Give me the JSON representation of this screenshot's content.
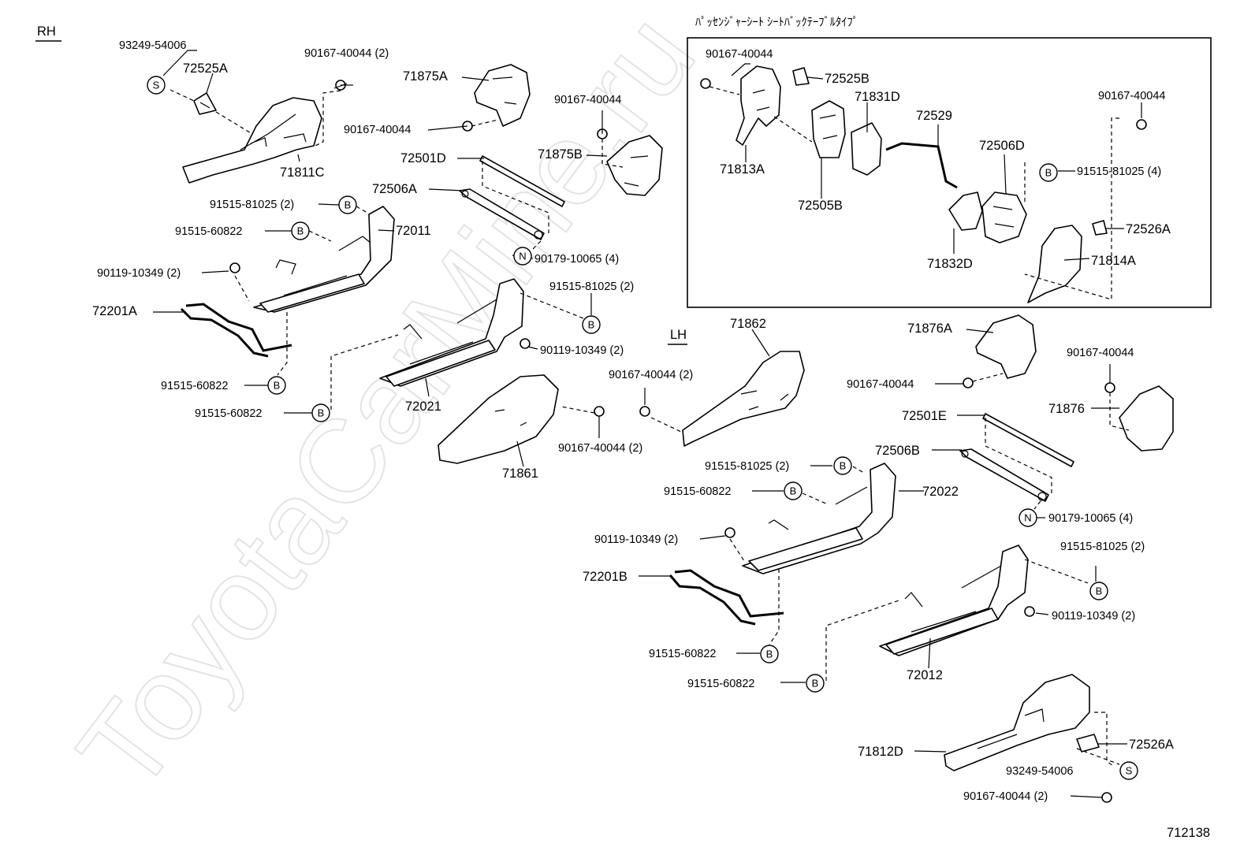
{
  "watermark": "ToyotaCarMine.ru",
  "section_rh": "RH",
  "section_lh": "LH",
  "inset_title": "ﾊﾟｯｾﾝｼﾞｬｰｼｰﾄ ｼｰﾄﾊﾞｯｸﾃｰﾌﾞﾙﾀｲﾌﾟ",
  "figure_number": "712138",
  "symbols": {
    "S": "S",
    "B": "B",
    "N": "N"
  },
  "labels": {
    "rh_93249_54006": "93249-54006",
    "rh_72525A": "72525A",
    "rh_90167_40044_2_top": "90167-40044 (2)",
    "rh_71811C": "71811C",
    "rh_71875A": "71875A",
    "rh_90167_40044_a": "90167-40044",
    "rh_90167_40044_b": "90167-40044",
    "rh_71875B": "71875B",
    "rh_72501D": "72501D",
    "rh_72506A": "72506A",
    "rh_91515_81025_2": "91515-81025 (2)",
    "rh_72011": "72011",
    "rh_91515_60822_a": "91515-60822",
    "rh_90119_10349_2_a": "90119-10349 (2)",
    "rh_90179_10065_4": "90179-10065 (4)",
    "rh_72201A": "72201A",
    "rh_91515_81025_2_b": "91515-81025 (2)",
    "rh_90119_10349_2_b": "90119-10349 (2)",
    "rh_91515_60822_b": "91515-60822",
    "rh_91515_60822_c": "91515-60822",
    "rh_72021": "72021",
    "rh_71861": "71861",
    "rh_90167_40044_2_mid": "90167-40044 (2)",
    "rh_90167_40044_2_low": "90167-40044 (2)",
    "lh_71862": "71862",
    "in_90167_40044_a": "90167-40044",
    "in_72525B": "72525B",
    "in_71831D": "71831D",
    "in_72529": "72529",
    "in_90167_40044_b": "90167-40044",
    "in_72506D": "72506D",
    "in_91515_81025_4": "91515-81025 (4)",
    "in_71813A": "71813A",
    "in_72505B": "72505B",
    "in_72526A": "72526A",
    "in_71832D": "71832D",
    "in_71814A": "71814A",
    "lh_71876A": "71876A",
    "lh_90167_40044_a": "90167-40044",
    "lh_90167_40044_b": "90167-40044",
    "lh_71876": "71876",
    "lh_72501E": "72501E",
    "lh_72506B": "72506B",
    "lh_91515_81025_2": "91515-81025 (2)",
    "lh_72022": "72022",
    "lh_91515_60822_a": "91515-60822",
    "lh_90179_10065_4": "90179-10065 (4)",
    "lh_90119_10349_2_a": "90119-10349 (2)",
    "lh_91515_81025_2_b": "91515-81025 (2)",
    "lh_72201B": "72201B",
    "lh_90119_10349_2_b": "90119-10349 (2)",
    "lh_91515_60822_b": "91515-60822",
    "lh_91515_60822_c": "91515-60822",
    "lh_72012": "72012",
    "lh_71812D": "71812D",
    "lh_72526A": "72526A",
    "lh_93249_54006": "93249-54006",
    "lh_90167_40044_2": "90167-40044 (2)"
  }
}
